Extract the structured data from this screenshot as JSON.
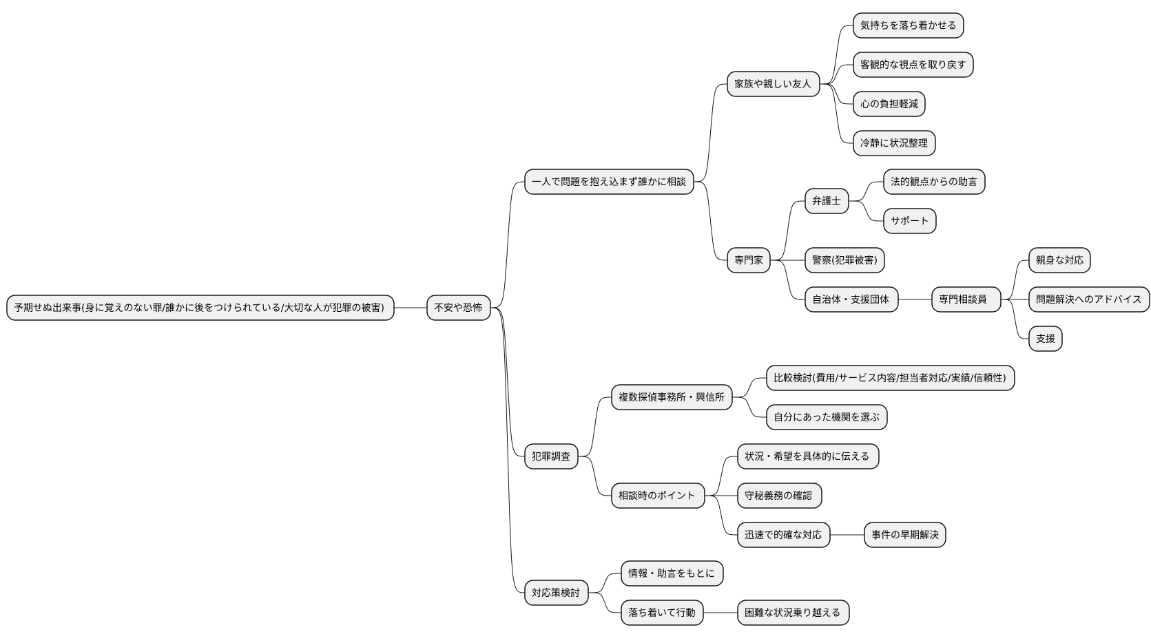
{
  "mindmap": {
    "root": {
      "id": "root",
      "label": "予期せぬ出来事(身に覚えのない罪/誰かに後をつけられている/大切な人が犯罪の被害)",
      "children": [
        {
          "id": "n1",
          "label": "不安や恐怖",
          "children": [
            {
              "id": "n2",
              "label": "一人で問題を抱え込まず誰かに相談",
              "children": [
                {
                  "id": "n3",
                  "label": "家族や親しい友人",
                  "children": [
                    {
                      "id": "n4",
                      "label": "気持ちを落ち着かせる"
                    },
                    {
                      "id": "n5",
                      "label": "客観的な視点を取り戻す"
                    },
                    {
                      "id": "n6",
                      "label": "心の負担軽減"
                    },
                    {
                      "id": "n7",
                      "label": "冷静に状況整理"
                    }
                  ]
                },
                {
                  "id": "n8",
                  "label": "専門家",
                  "children": [
                    {
                      "id": "n9",
                      "label": "弁護士",
                      "children": [
                        {
                          "id": "n10",
                          "label": "法的観点からの助言"
                        },
                        {
                          "id": "n11",
                          "label": "サポート"
                        }
                      ]
                    },
                    {
                      "id": "n12",
                      "label": "警察(犯罪被害)"
                    },
                    {
                      "id": "n13",
                      "label": "自治体・支援団体",
                      "children": [
                        {
                          "id": "n14",
                          "label": "専門相談員",
                          "children": [
                            {
                              "id": "n15",
                              "label": "親身な対応"
                            },
                            {
                              "id": "n16",
                              "label": "問題解決へのアドバイス"
                            },
                            {
                              "id": "n17",
                              "label": "支援"
                            }
                          ]
                        }
                      ]
                    }
                  ]
                }
              ]
            },
            {
              "id": "n18",
              "label": "犯罪調査",
              "children": [
                {
                  "id": "n19",
                  "label": "複数探偵事務所・興信所",
                  "children": [
                    {
                      "id": "n20",
                      "label": "比較検討(費用/サービス内容/担当者対応/実績/信頼性)"
                    },
                    {
                      "id": "n21",
                      "label": "自分にあった機関を選ぶ"
                    }
                  ]
                },
                {
                  "id": "n22",
                  "label": "相談時のポイント",
                  "children": [
                    {
                      "id": "n23",
                      "label": "状況・希望を具体的に伝える"
                    },
                    {
                      "id": "n24",
                      "label": "守秘義務の確認"
                    },
                    {
                      "id": "n25",
                      "label": "迅速で的確な対応",
                      "children": [
                        {
                          "id": "n26",
                          "label": "事件の早期解決"
                        }
                      ]
                    }
                  ]
                }
              ]
            },
            {
              "id": "n27",
              "label": "対応策検討",
              "children": [
                {
                  "id": "n28",
                  "label": "情報・助言をもとに"
                },
                {
                  "id": "n29",
                  "label": "落ち着いて行動",
                  "children": [
                    {
                      "id": "n30",
                      "label": "困難な状況乗り越える"
                    }
                  ]
                }
              ]
            }
          ]
        }
      ]
    }
  }
}
